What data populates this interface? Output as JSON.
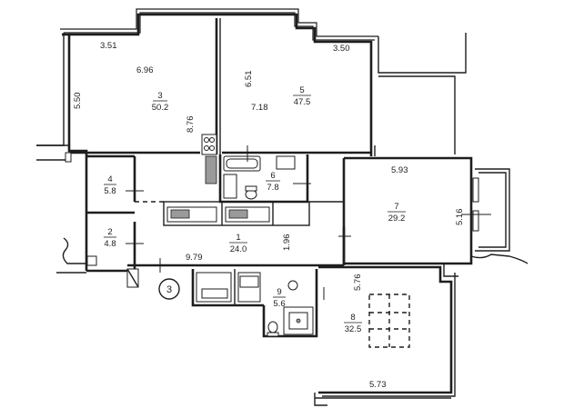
{
  "apartment_marker": "3",
  "rooms": [
    {
      "number": "1",
      "area": "24.0"
    },
    {
      "number": "2",
      "area": "4.8"
    },
    {
      "number": "3",
      "area": "50.2"
    },
    {
      "number": "4",
      "area": "5.8"
    },
    {
      "number": "5",
      "area": "47.5"
    },
    {
      "number": "6",
      "area": "7.8"
    },
    {
      "number": "7",
      "area": "29.2"
    },
    {
      "number": "8",
      "area": "32.5"
    },
    {
      "number": "9",
      "area": "5.6"
    }
  ],
  "dimensions": {
    "room3_top": "3.51",
    "room3_diag": "6.96",
    "room3_left": "5.50",
    "room3_right": "8.76",
    "room5_left": "6.51",
    "room5_inner": "7.18",
    "room5_top": "3.50",
    "room7_top": "5.93",
    "room7_right": "5.16",
    "hall_length": "9.79",
    "hall_width": "1.96",
    "room8_left": "5.76",
    "room8_bottom": "5.73"
  }
}
